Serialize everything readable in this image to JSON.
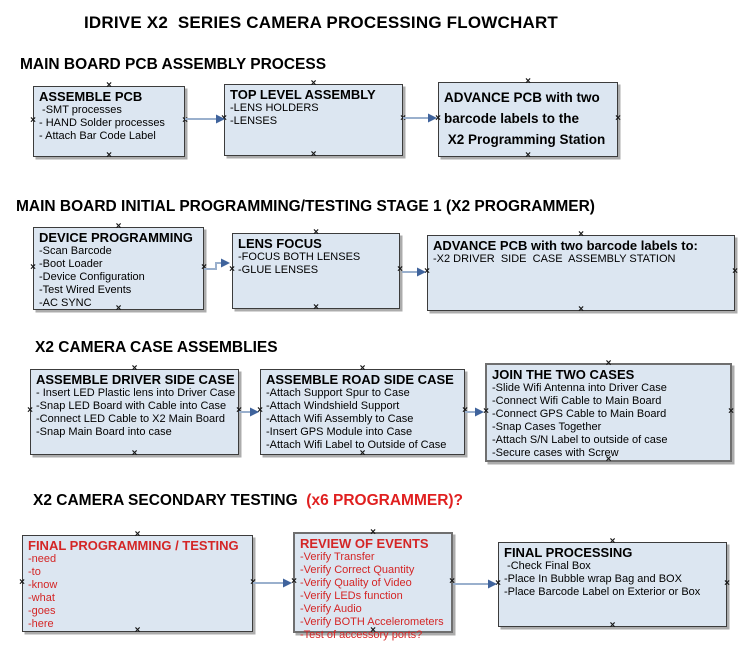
{
  "page_title": "IDRIVE X2  SERIES CAMERA PROCESSING FLOWCHART",
  "colors": {
    "box_fill": "#dce6f1",
    "box_border": "#3c3c3c",
    "box_border_thick": "#6f6f6f",
    "red_text": "#d42626",
    "header_red": "#e02020",
    "arrow_line": "#9ab0cd",
    "arrow_head": "#3f639c"
  },
  "icons": {
    "anchor_glyph": "×"
  },
  "sections": [
    {
      "header": "MAIN BOARD PCB ASSEMBLY PROCESS",
      "boxes": [
        {
          "title": "ASSEMBLE PCB",
          "items": [
            " -SMT processes",
            "- HAND Solder processes",
            "- Attach Bar Code Label"
          ]
        },
        {
          "title": "TOP LEVEL ASSEMBLY",
          "items": [
            "-LENS HOLDERS",
            "-LENSES"
          ]
        },
        {
          "title": "ADVANCE PCB with two\nbarcode labels to the\n X2 Programming Station",
          "items": []
        }
      ]
    },
    {
      "header": "MAIN BOARD INITIAL PROGRAMMING/TESTING STAGE 1 (X2 PROGRAMMER)",
      "boxes": [
        {
          "title": "DEVICE PROGRAMMING",
          "items": [
            "-Scan Barcode",
            "-Boot Loader",
            "-Device Configuration",
            "-Test Wired Events",
            "-AC SYNC"
          ]
        },
        {
          "title": "LENS FOCUS",
          "items": [
            "-FOCUS BOTH LENSES",
            "-GLUE LENSES"
          ]
        },
        {
          "title": "ADVANCE PCB with two barcode labels to:",
          "items": [
            "-X2 DRIVER  SIDE  CASE  ASSEMBLY STATION"
          ]
        }
      ]
    },
    {
      "header": "X2 CAMERA CASE ASSEMBLIES",
      "boxes": [
        {
          "title": "ASSEMBLE DRIVER SIDE CASE",
          "items": [
            "- Insert LED Plastic lens into Driver Case",
            "-Snap LED Board with Cable into Case",
            "-Connect LED Cable to X2 Main Board",
            "-Snap Main Board into case"
          ]
        },
        {
          "title": "ASSEMBLE ROAD SIDE CASE",
          "items": [
            "-Attach Support Spur to Case",
            "-Attach Windshield Support",
            "-Attach Wifi Assembly to Case",
            "-Insert GPS Module into Case",
            "-Attach Wifi Label to Outside of Case"
          ]
        },
        {
          "title": "JOIN THE TWO CASES",
          "items": [
            "-Slide Wifi Antenna into Driver Case",
            "-Connect Wifi Cable to Main Board",
            "-Connect GPS Cable to Main Board",
            "-Snap Cases Together",
            "-Attach S/N Label to outside of case",
            "-Secure cases with Screw"
          ]
        }
      ]
    },
    {
      "header": "X2 CAMERA SECONDARY TESTING  ",
      "header_red": "(x6 PROGRAMMER)?",
      "boxes": [
        {
          "title": "FINAL PROGRAMMING / TESTING",
          "items": [
            "-need",
            "-to",
            "-know",
            "-what",
            "-goes",
            "-here"
          ]
        },
        {
          "title": "REVIEW OF EVENTS",
          "items": [
            "-Verify Transfer",
            "-Verify Correct Quantity",
            "-Verify Quality of Video",
            "-Verify LEDs function",
            "-Verify Audio",
            "-Verify BOTH Accelerometers",
            "-Test of accessory ports?"
          ]
        },
        {
          "title": "FINAL PROCESSING",
          "items": [
            " -Check Final Box",
            "-Place In Bubble wrap Bag and BOX",
            "-Place Barcode Label on Exterior or Box"
          ]
        }
      ]
    }
  ]
}
